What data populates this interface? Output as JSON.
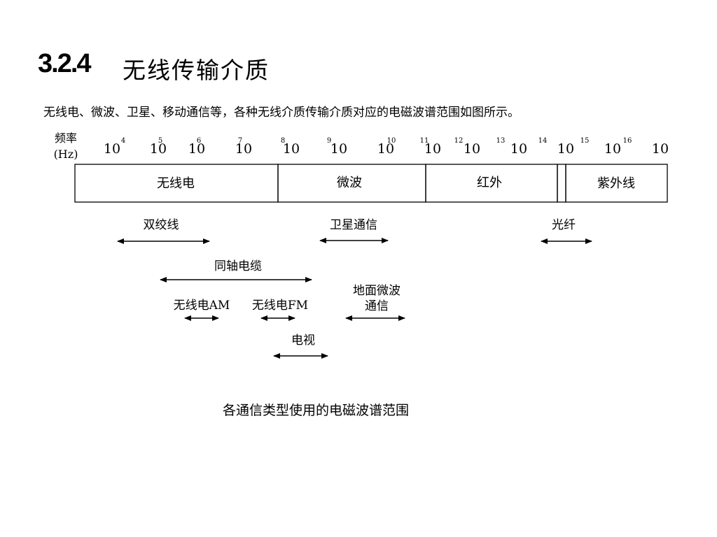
{
  "title": {
    "number": "3.2.4",
    "text": "无线传输介质"
  },
  "intro": "无线电、微波、卫星、移动通信等，各种无线介质传输介质对应的电磁波谱范围如图所示。",
  "caption": "各通信类型使用的电磁波谱范围",
  "axis": {
    "label_line1": "频率",
    "label_line2": "(Hz)",
    "ticks": [
      {
        "base": "10",
        "exp": "4"
      },
      {
        "base": "10",
        "exp": "5"
      },
      {
        "base": "10",
        "exp": "6"
      },
      {
        "base": "10",
        "exp": "7"
      },
      {
        "base": "10",
        "exp": "8"
      },
      {
        "base": "10",
        "exp": "9"
      },
      {
        "base": "10",
        "exp": "10"
      },
      {
        "base": "10",
        "exp": "11"
      },
      {
        "base": "10",
        "exp": "12"
      },
      {
        "base": "10",
        "exp": "13"
      },
      {
        "base": "10",
        "exp": "14"
      },
      {
        "base": "10",
        "exp": "15"
      },
      {
        "base": "10",
        "exp": "16"
      }
    ]
  },
  "bands": [
    {
      "label": "无线电"
    },
    {
      "label": "微波"
    },
    {
      "label": "红外"
    },
    {
      "label": ""
    },
    {
      "label": "紫外线"
    }
  ],
  "media": [
    {
      "label": "双绞线"
    },
    {
      "label": "卫星通信"
    },
    {
      "label": "光纤"
    },
    {
      "label": "同轴电缆"
    },
    {
      "label": "地面微波"
    },
    {
      "label": "通信"
    },
    {
      "label": "无线电AM"
    },
    {
      "label": "无线电FM"
    },
    {
      "label": "电视"
    }
  ]
}
